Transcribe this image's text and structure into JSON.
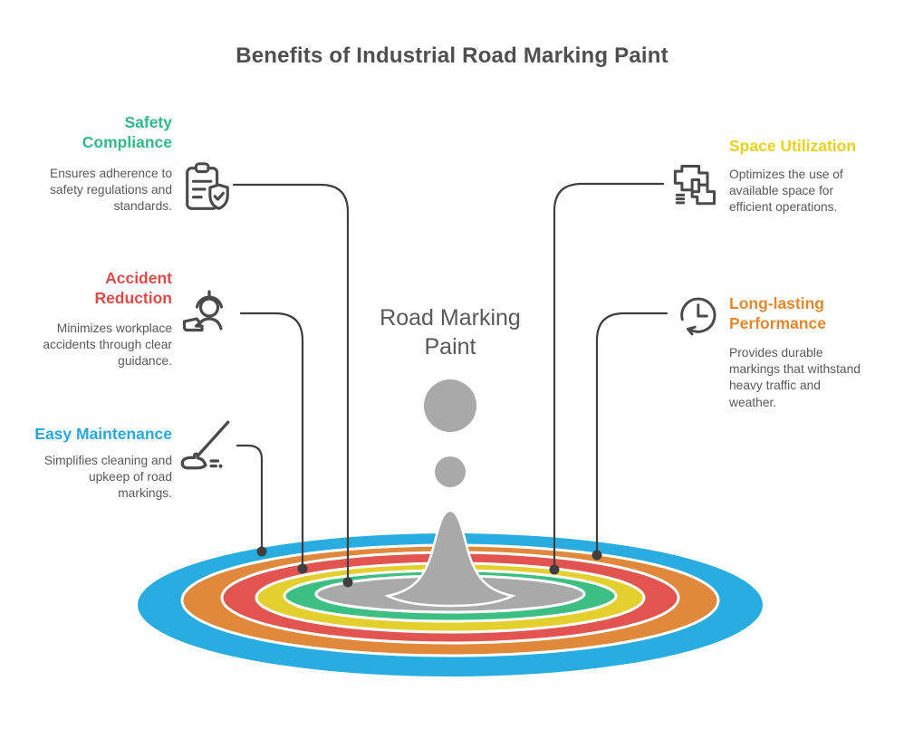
{
  "title": "Benefits of Industrial Road Marking Paint",
  "center_label": {
    "line1": "Road Marking",
    "line2": "Paint"
  },
  "benefits": [
    {
      "name": "Safety Compliance",
      "description": "Ensures adherence to safety regulations and standards.",
      "color": "#33B987",
      "icon": "clipboard-check-icon",
      "side": "left",
      "connects_to_ring": "green"
    },
    {
      "name": "Accident Reduction",
      "description": "Minimizes workplace accidents through clear guidance.",
      "color": "#E14A4A",
      "icon": "safety-worker-icon",
      "side": "left",
      "connects_to_ring": "red"
    },
    {
      "name": "Easy Maintenance",
      "description": "Simplifies cleaning and upkeep of road markings.",
      "color": "#2AA7DC",
      "icon": "broom-icon",
      "side": "left",
      "connects_to_ring": "blue"
    },
    {
      "name": "Space Utilization",
      "description": "Optimizes the use of available space for efficient operations.",
      "color": "#E9D21D",
      "icon": "puzzle-blocks-icon",
      "side": "right",
      "connects_to_ring": "yellow"
    },
    {
      "name": "Long-lasting Performance",
      "description": "Provides durable markings that withstand heavy traffic and weather.",
      "color": "#E1892E",
      "icon": "clock-history-icon",
      "side": "right",
      "connects_to_ring": "orange"
    }
  ],
  "splash": {
    "rings": [
      {
        "name": "blue",
        "color": "#29ACDF"
      },
      {
        "name": "orange",
        "color": "#E0883B"
      },
      {
        "name": "red",
        "color": "#E25450"
      },
      {
        "name": "yellow",
        "color": "#E3CF2E"
      },
      {
        "name": "green",
        "color": "#3DBE83"
      },
      {
        "name": "center-pool",
        "color": "#A9A9A9"
      }
    ],
    "droplet_color": "#A9A9A9"
  }
}
